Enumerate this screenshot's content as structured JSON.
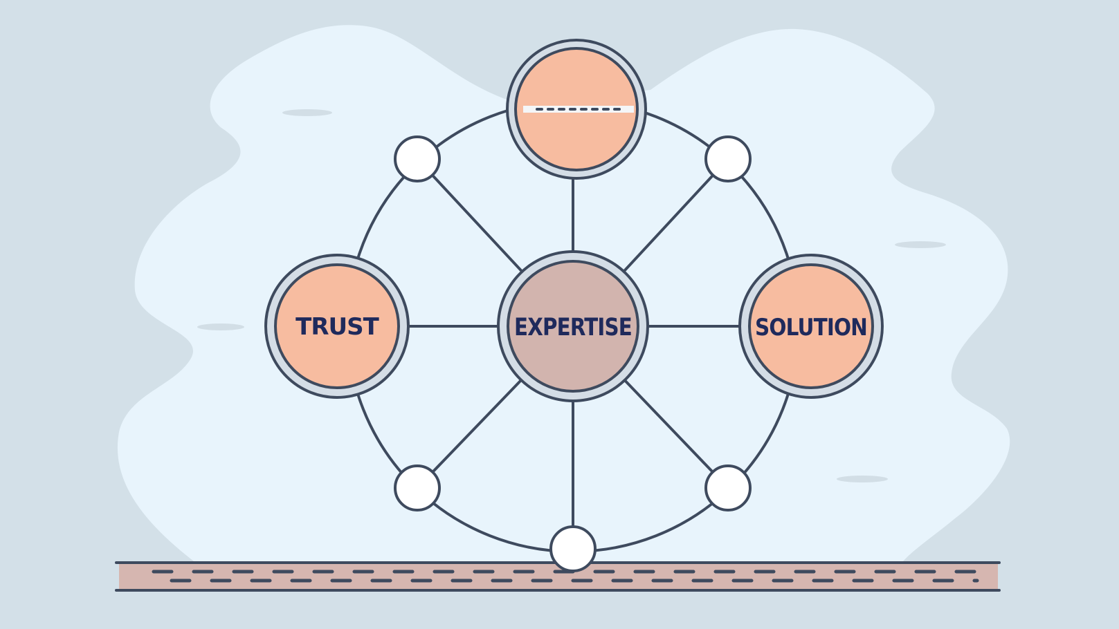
{
  "colors": {
    "background": "#d3e0e8",
    "cloud": "#e8f4fc",
    "line": "#3e4a5e",
    "ring": "#d4dde6",
    "peach": "#f7bca0",
    "center_fill": "#d2b4ae",
    "small_node": "#ffffff",
    "label_text": "#1f2a5c",
    "base_fill": "#d6b6b0"
  },
  "diagram": {
    "center": {
      "label": "EXPERTISE"
    },
    "nodes": {
      "top": {
        "label": ""
      },
      "left": {
        "label": "TRUST"
      },
      "right": {
        "label": "SOLUTION"
      }
    }
  }
}
